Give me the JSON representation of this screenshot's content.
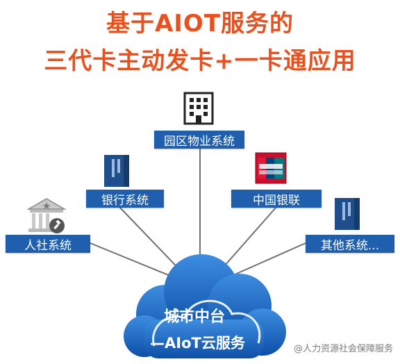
{
  "title": {
    "line1": "基于AIOT服务的",
    "line2": "三代卡主动发卡+一卡通应用"
  },
  "colors": {
    "title": "#e8511f",
    "node": "#1f5fae",
    "cloud": "#1565c0",
    "line": "#707070"
  },
  "nodes": {
    "park": "园区物业系统",
    "bank": "银行系统",
    "unionpay": "中国银联",
    "social": "人社系统",
    "other": "其他系统..."
  },
  "cloud": {
    "line1": "城市中台",
    "line2": "—AIoT云服务"
  },
  "watermark": "@人力资源社会保障服务",
  "icons": {
    "park": "office-building-icon",
    "bank": "bank-book-icon",
    "unionpay": "unionpay-logo-icon",
    "social": "government-building-icon",
    "other": "book-icon"
  }
}
